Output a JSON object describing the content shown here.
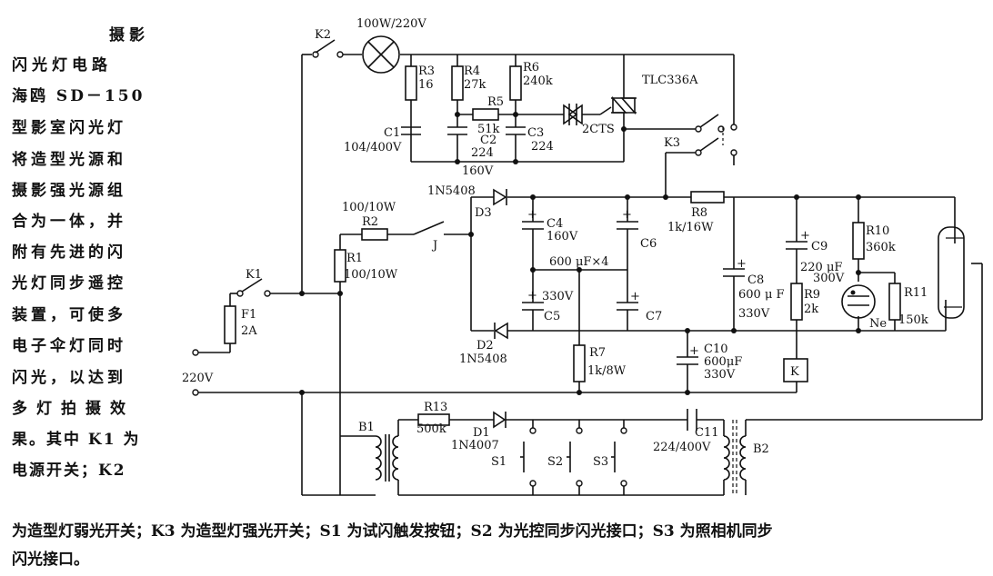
{
  "sidebar": {
    "title_line1": "摄影",
    "lines": [
      "闪光灯电路",
      "海鸥 SD－150",
      "型影室闪光灯",
      "将造型光源和",
      "摄影强光源组",
      "合为一体，并",
      "附有先进的闪",
      "光灯同步遥控",
      "装置，可使多",
      "电子伞灯同时",
      "闪光，以达到",
      "多灯拍摄效",
      "果。其中 K1 为",
      "电源开关；K2"
    ]
  },
  "caption": {
    "line1": "为造型灯弱光开关；K3 为造型灯强光开关；S1 为试闪触发按钮；S2 为光控同步闪光接口；S3 为照相机同步",
    "line2": "闪光接口。"
  },
  "labels": {
    "lamp": "100W/220V",
    "k2": "K2",
    "k1": "K1",
    "k3": "K3",
    "f1": "F1",
    "f1_val": "2A",
    "supply": "220V",
    "r3": "R3",
    "r3_val": "16",
    "r4": "R4",
    "r4_val": "27k",
    "r5": "R5",
    "r5_val": "51k",
    "r6": "R6",
    "r6_val": "240k",
    "c1": "C1",
    "c1_val": "104/400V",
    "c2": "C2",
    "c2_val": "224",
    "c3": "C3",
    "c3_val": "224",
    "v160": "160V",
    "tlc": "TLC336A",
    "cts": "2CTS",
    "d3_part": "1N5408",
    "d3": "D3",
    "r2_val": "100/10W",
    "r2": "R2",
    "r1": "R1",
    "r1_val": "100/10W",
    "j": "J",
    "c4": "C4",
    "c4_val": "160V",
    "c6": "C6",
    "cap_bank": "600 μF×4",
    "c5_val": "330V",
    "c5": "C5",
    "c7": "C7",
    "d2": "D2",
    "d2_part": "1N5408",
    "r8": "R8",
    "r8_val": "1k/16W",
    "c8": "C8",
    "c8_val1": "600 μ F",
    "c8_val2": "330V",
    "r7": "R7",
    "r7_val": "1k/8W",
    "c10": "C10",
    "c10_val1": "600μF",
    "c10_val2": "330V",
    "c9": "C9",
    "c9_val1": "220 μF",
    "c9_val2": "300V",
    "r9": "R9",
    "r9_val": "2k",
    "r10": "R10",
    "r10_val": "360k",
    "r11": "R11",
    "r11_val": "150k",
    "ne": "Ne",
    "k_relay": "K",
    "b1": "B1",
    "r13": "R13",
    "r13_val": "500k",
    "d1": "D1",
    "d1_part": "1N4007",
    "c11": "C11",
    "c11_val": "224/400V",
    "b2": "B2",
    "s1": "S1",
    "s2": "S2",
    "s3": "S3"
  }
}
